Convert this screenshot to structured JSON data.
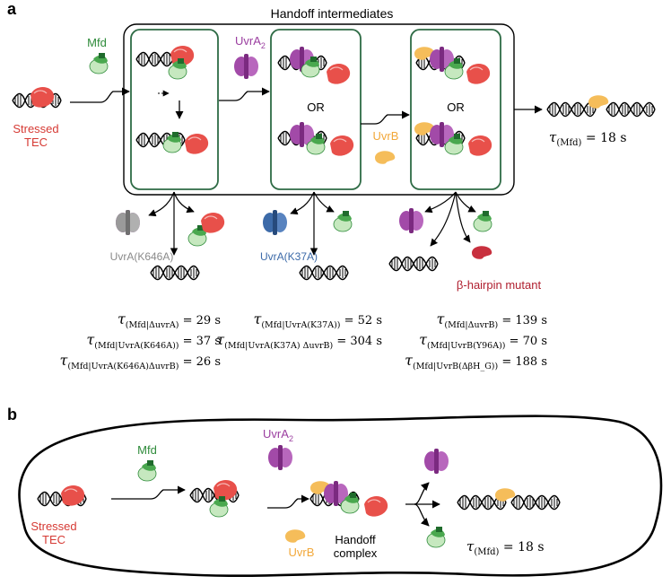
{
  "panel_a": {
    "letter": "a",
    "title": "Handoff intermediates",
    "mfd_label": "Mfd",
    "stressed_line1": "Stressed",
    "stressed_line2": "TEC",
    "uvra2_label": "UvrA",
    "uvra2_sub": "2",
    "or_label_1": "OR",
    "or_label_2": "OR",
    "uvrb_label": "UvrB",
    "tau_mfd_sub": "(Mfd)",
    "tau_mfd_val": " = 18 s",
    "mut_k646a": "UvrA(K646A)",
    "mut_k37a": "UvrA(K37A)",
    "mut_hairpin": "β-hairpin mutant",
    "tau_col1": [
      {
        "sub": "(Mfd|ΔuvrA)",
        "val": " = 29 s"
      },
      {
        "sub": "(Mfd|UvrA(K646A))",
        "val": " = 37 s"
      },
      {
        "sub": "(Mfd|UvrA(K646A)ΔuvrB)",
        "val": " = 26 s"
      }
    ],
    "tau_col2": [
      {
        "sub": "(Mfd|UvrA(K37A))",
        "val": " = 52 s"
      },
      {
        "sub": "(Mfd|UvrA(K37A) ΔuvrB)",
        "val": " = 304 s"
      }
    ],
    "tau_col3": [
      {
        "sub": "(Mfd|ΔuvrB)",
        "val": " = 139 s"
      },
      {
        "sub": "(Mfd|UvrB(Y96A))",
        "val": " = 70 s"
      },
      {
        "sub": "(Mfd|UvrB(ΔβH_G))",
        "val": " = 188 s"
      }
    ]
  },
  "panel_b": {
    "letter": "b",
    "mfd_label": "Mfd",
    "stressed_line1": "Stressed",
    "stressed_line2": "TEC",
    "uvra2_label": "UvrA",
    "uvra2_sub": "2",
    "uvrb_label": "UvrB",
    "handoff_line1": "Handoff",
    "handoff_line2": "complex",
    "tau_mfd_sub": "(Mfd)",
    "tau_mfd_val": " = 18 s"
  },
  "colors": {
    "mfd_green": "#2e8b3a",
    "mfd_light": "#a8d8a0",
    "tec_red": "#e0403a",
    "uvra_purple": "#9b3fa0",
    "uvrb_orange": "#f2b04a",
    "k646a_gray": "#9a9a9a",
    "k37a_blue": "#3c6aa8",
    "hairpin_red": "#b02030",
    "box_green": "#2e6b45"
  }
}
